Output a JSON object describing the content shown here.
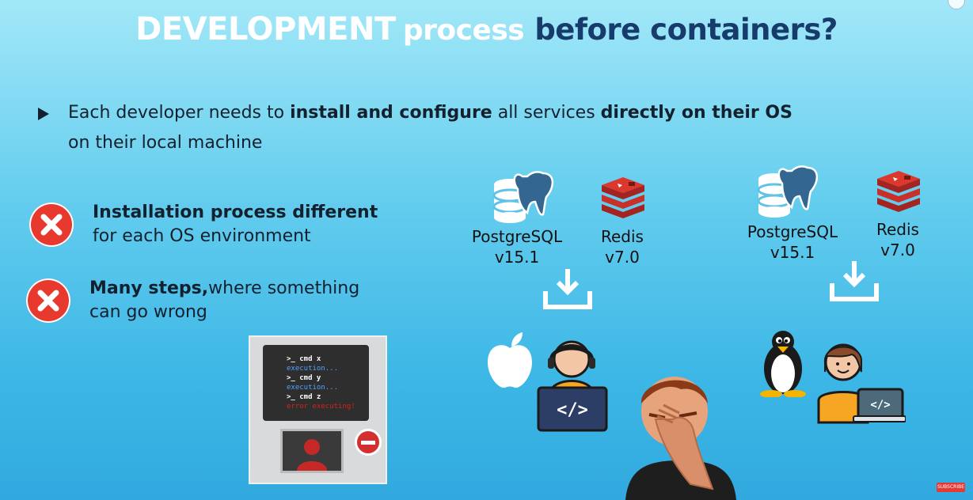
{
  "slide": {
    "title_part1": "DEVELOPMENT",
    "title_part2": "process",
    "title_part3": "before containers?"
  },
  "bullet": {
    "text_a": "Each developer needs to ",
    "text_b": "install and configure",
    "text_c": " all services ",
    "text_d": "directly on their OS",
    "text_e": "on their local machine"
  },
  "problems": [
    {
      "bold": "Installation process different",
      "normal": "for each OS environment"
    },
    {
      "bold": "Many steps,",
      "normal_a": "where something",
      "normal_b": "can go wrong"
    }
  ],
  "services_left": {
    "postgres_name": "PostgreSQL",
    "postgres_version": "v15.1",
    "redis_name": "Redis",
    "redis_version": "v7.0"
  },
  "services_right": {
    "postgres_name": "PostgreSQL",
    "postgres_version": "v15.1",
    "redis_name": "Redis",
    "redis_version": "v7.0"
  },
  "terminal": {
    "line1": ">_ cmd x",
    "line2": "execution...",
    "line3": ">_ cmd y",
    "line4": "execution...",
    "line5": ">_ cmd z",
    "line6": "error executing!"
  },
  "code_symbol": "</>",
  "subscribe_badge": "SUBSCRIBE",
  "colors": {
    "title_dark": "#173b6a",
    "error_red": "#e8392f",
    "background": "#64cdee"
  },
  "icons": [
    "postgresql-icon",
    "redis-icon",
    "download-icon",
    "apple-icon",
    "linux-tux-icon",
    "developer-icon",
    "laptop-code-icon",
    "facepalm-person-icon",
    "x-circle-icon",
    "terminal-illustration"
  ]
}
